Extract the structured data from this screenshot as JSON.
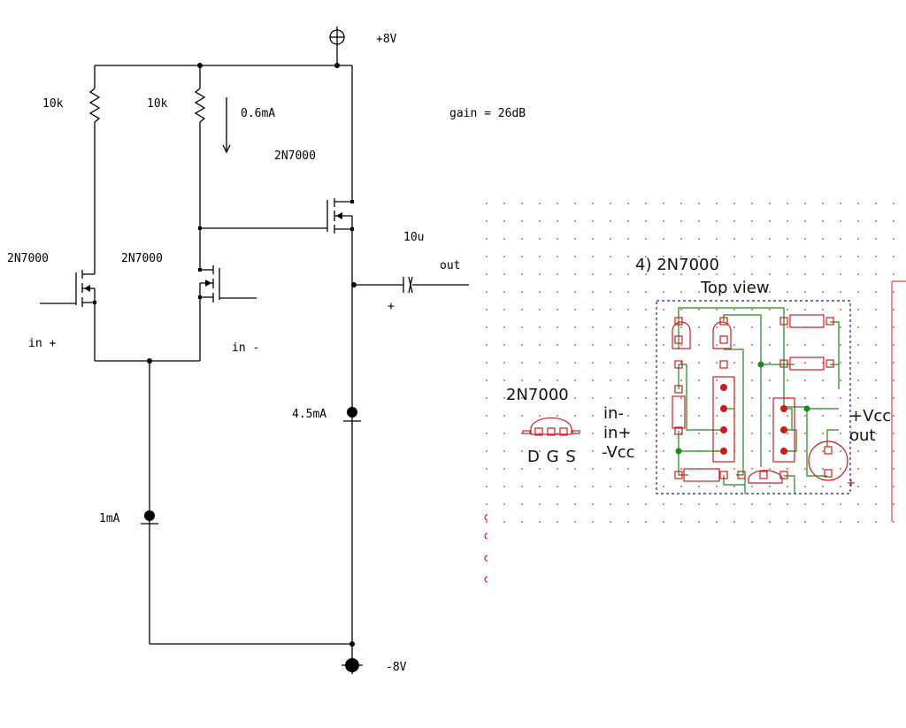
{
  "schematic": {
    "supply_pos": "+8V",
    "supply_neg": "-8V",
    "gain": "gain = 26dB",
    "r1": "10k",
    "r2": "10k",
    "i_drain": "0.6mA",
    "q_top": "2N7000",
    "q_left": "2N7000",
    "q_mid": "2N7000",
    "cap": "10u",
    "cap_plus": "+",
    "out": "out",
    "in_plus": "in +",
    "in_minus": "in -",
    "i_out": "4.5mA",
    "i_tail": "1mA"
  },
  "layout": {
    "title": "4)  2N7000",
    "subtitle": "Top view",
    "pinout_part": "2N7000",
    "pinout_pins": "D G S",
    "left_labels": [
      "in-",
      "in+",
      "-Vcc"
    ],
    "right_labels": [
      "+Vcc",
      "out"
    ]
  },
  "colors": {
    "wire": "#000000",
    "copper": "#cc2020",
    "trace": "#1a8a1a",
    "outline": "#1a1aaa"
  }
}
